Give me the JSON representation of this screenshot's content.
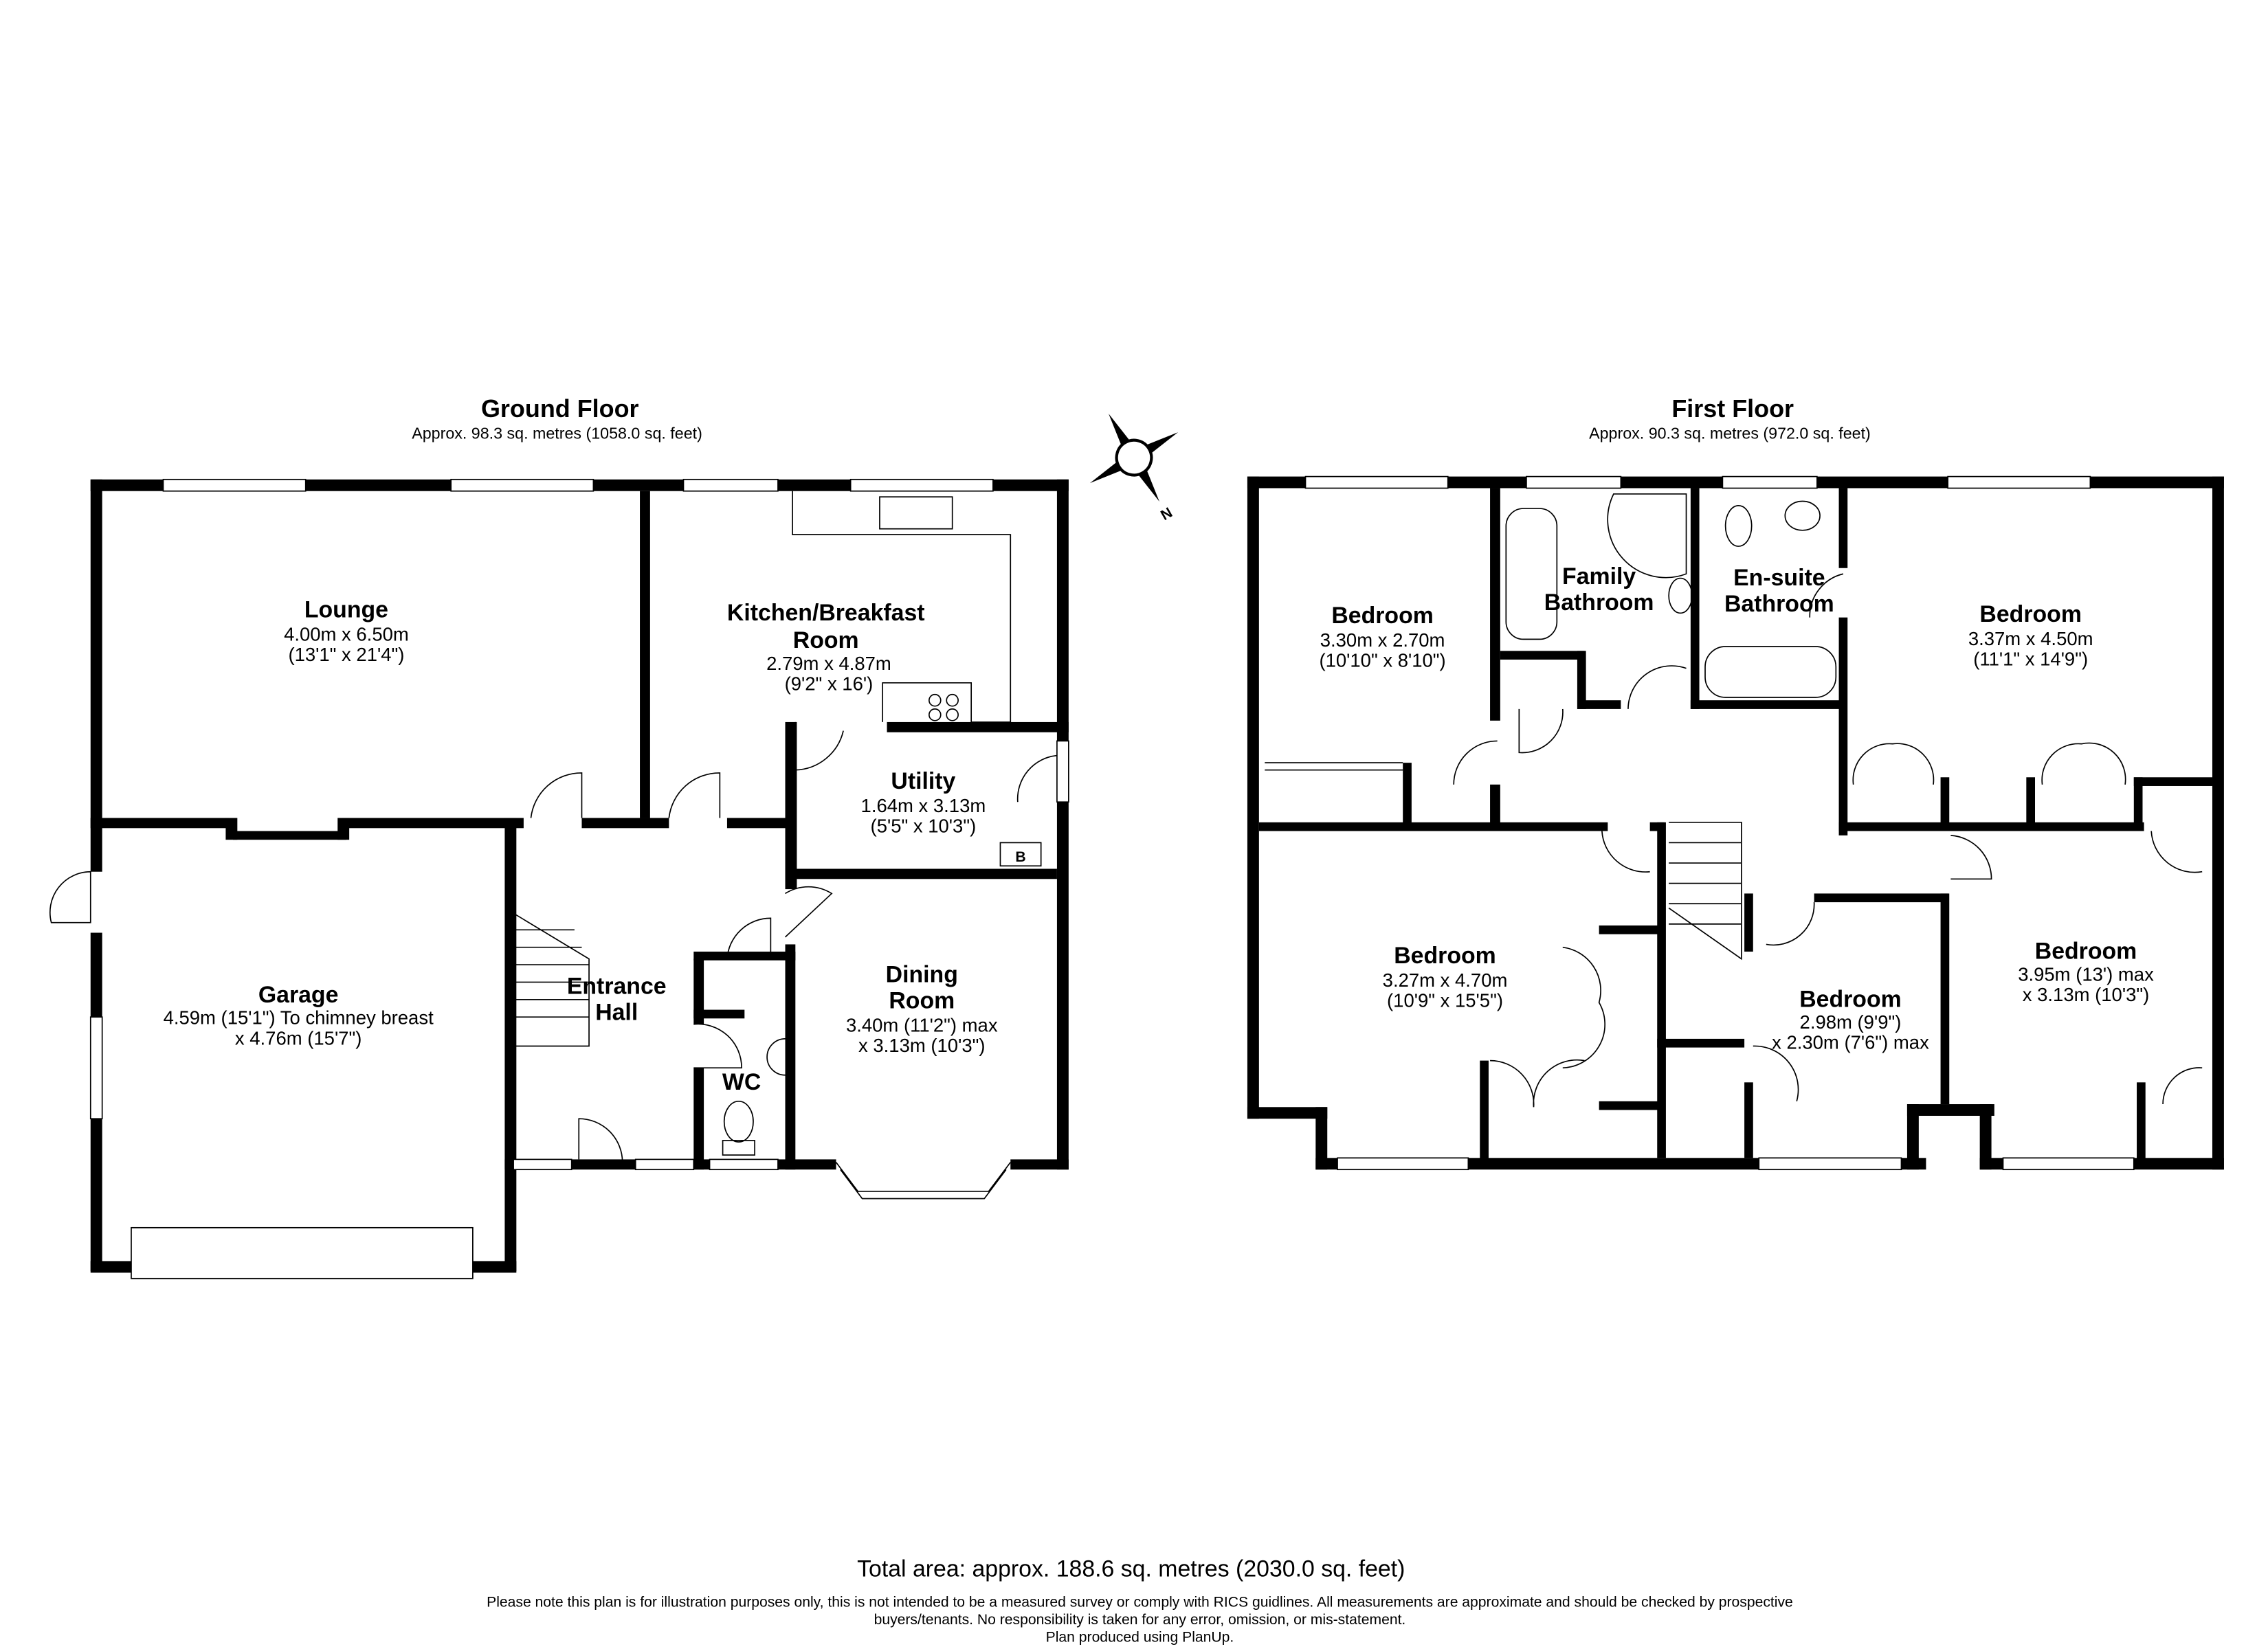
{
  "ground_floor": {
    "title": "Ground Floor",
    "area": "Approx. 98.3 sq. metres (1058.0 sq. feet)",
    "rooms": [
      {
        "name": "Lounge",
        "dims": [
          "4.00m x 6.50m",
          "(13'1\" x 21'4\")"
        ]
      },
      {
        "name": "Kitchen/Breakfast",
        "name2": "Room",
        "dims": [
          "2.79m x 4.87m",
          "(9'2\" x 16')"
        ]
      },
      {
        "name": "Utility",
        "dims": [
          "1.64m x 3.13m",
          "(5'5\" x 10'3\")"
        ]
      },
      {
        "name": "Garage",
        "dims": [
          "4.59m (15'1\") To chimney breast",
          "x 4.76m (15'7\")"
        ]
      },
      {
        "name": "Entrance",
        "name2": "Hall"
      },
      {
        "name": "WC"
      },
      {
        "name": "Dining",
        "name2": "Room",
        "dims": [
          "3.40m (11'2\") max",
          "x 3.13m (10'3\")"
        ]
      }
    ],
    "boiler_label": "B"
  },
  "first_floor": {
    "title": "First Floor",
    "area": "Approx. 90.3 sq. metres (972.0 sq. feet)",
    "rooms": [
      {
        "name": "Bedroom",
        "dims": [
          "3.30m x 2.70m",
          "(10'10\" x 8'10\")"
        ]
      },
      {
        "name": "Family",
        "name2": "Bathroom"
      },
      {
        "name": "En-suite",
        "name2": "Bathroom"
      },
      {
        "name": "Bedroom",
        "dims": [
          "3.37m x 4.50m",
          "(11'1\" x 14'9\")"
        ]
      },
      {
        "name": "Bedroom",
        "dims": [
          "3.27m x 4.70m",
          "(10'9\" x 15'5\")"
        ]
      },
      {
        "name": "Bedroom",
        "dims": [
          "2.98m (9'9\")",
          "x 2.30m (7'6\") max"
        ]
      },
      {
        "name": "Bedroom",
        "dims": [
          "3.95m (13') max",
          "x 3.13m (10'3\")"
        ]
      }
    ]
  },
  "compass": {
    "label": "N"
  },
  "footer": {
    "total": "Total area: approx. 188.6 sq. metres (2030.0 sq. feet)",
    "note_line1": "Please note this plan is for illustration purposes only, this is not intended to be a measured survey or comply with RICS guidlines. All measurements are approximate and should be checked by prospective",
    "note_line2": "buyers/tenants. No responsibility is taken for any error, omission, or mis-statement.",
    "note_line3": "Plan produced using PlanUp."
  }
}
